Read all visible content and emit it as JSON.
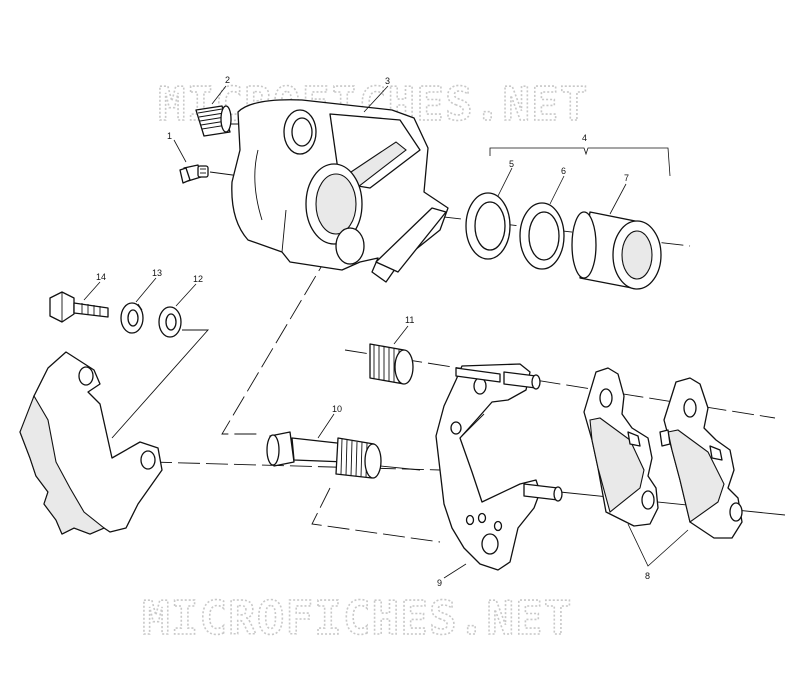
{
  "watermark": {
    "text": "MICROFICHES.NET",
    "color": "#c8c8c8"
  },
  "callouts": {
    "c1": "1",
    "c2": "2",
    "c3": "3",
    "c4": "4",
    "c5": "5",
    "c6": "6",
    "c7": "7",
    "c8": "8",
    "c9": "9",
    "c10": "10",
    "c11": "11",
    "c12": "12",
    "c13": "13",
    "c14": "14"
  },
  "colors": {
    "line": "#111111",
    "background": "#ffffff",
    "shade": "#e9e9e9"
  }
}
